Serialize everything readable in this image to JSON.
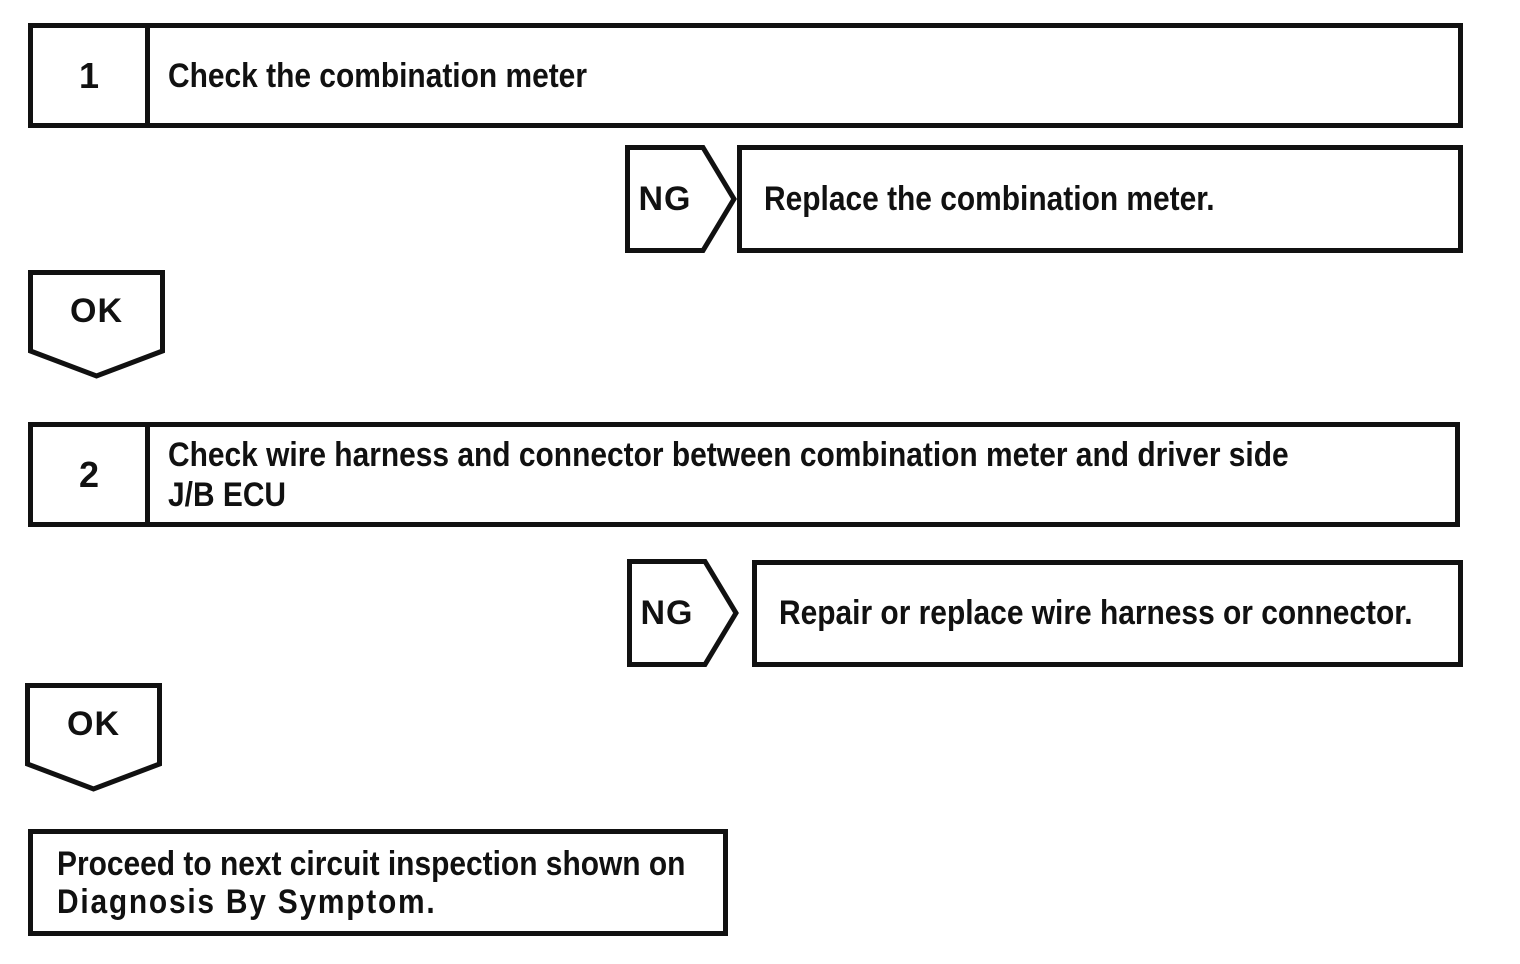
{
  "colors": {
    "background": "#ffffff",
    "ink": "#111111"
  },
  "flowchart": {
    "steps": [
      {
        "number": "1",
        "title": "Check the combination meter",
        "ng_label": "NG",
        "ng_action": "Replace the combination meter.",
        "ok_label": "OK"
      },
      {
        "number": "2",
        "title": "Check wire harness and connector between combination meter and driver side\nJ/B ECU",
        "ng_label": "NG",
        "ng_action": "Repair or replace wire harness or connector.",
        "ok_label": "OK"
      }
    ],
    "terminal": {
      "line1": "Proceed to next circuit inspection shown on",
      "line2": "Diagnosis By Symptom."
    }
  }
}
